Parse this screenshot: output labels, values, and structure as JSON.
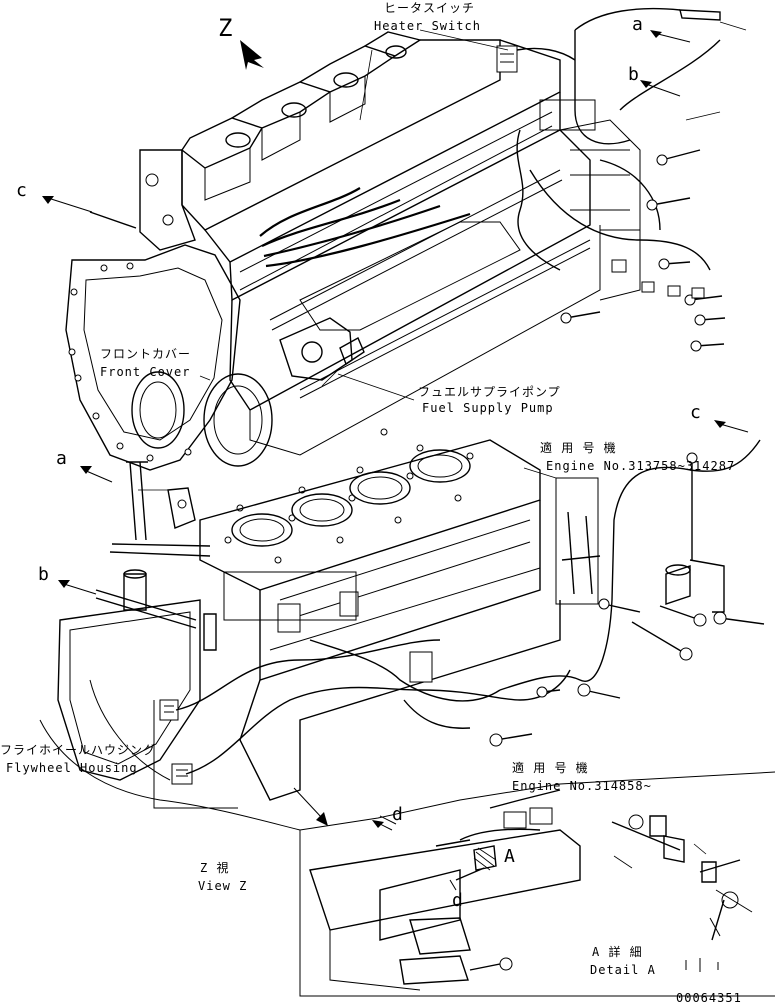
{
  "view_marker": "Z",
  "labels": {
    "heater_switch_jp": "ヒータスイッチ",
    "heater_switch_en": "Heater Switch",
    "front_cover_jp": "フロントカバー",
    "front_cover_en": "Front Cover",
    "fuel_pump_jp": "フュエルサプライポンプ",
    "fuel_pump_en": "Fuel Supply Pump",
    "applicable_1_jp": "適 用 号 機",
    "applicable_1_en": "Engine No.313758~314287",
    "applicable_2_jp": "適 用 号 機",
    "applicable_2_en": "Engine No.314858~",
    "flywheel_jp": "フライホイールハウジング",
    "flywheel_en": "Flywheel Housing",
    "view_z_jp": "Z 視",
    "view_z_en": "View Z",
    "detail_a_jp": "A 詳 細",
    "detail_a_en": "Detail A",
    "detail_a_marker": "A"
  },
  "connectors": {
    "a_top": "a",
    "b_top": "b",
    "c_left": "c",
    "c_right": "c",
    "a_left": "a",
    "b_left": "b",
    "d_inset": "d",
    "d_inset2": "d"
  },
  "drawing_number": "00064351"
}
